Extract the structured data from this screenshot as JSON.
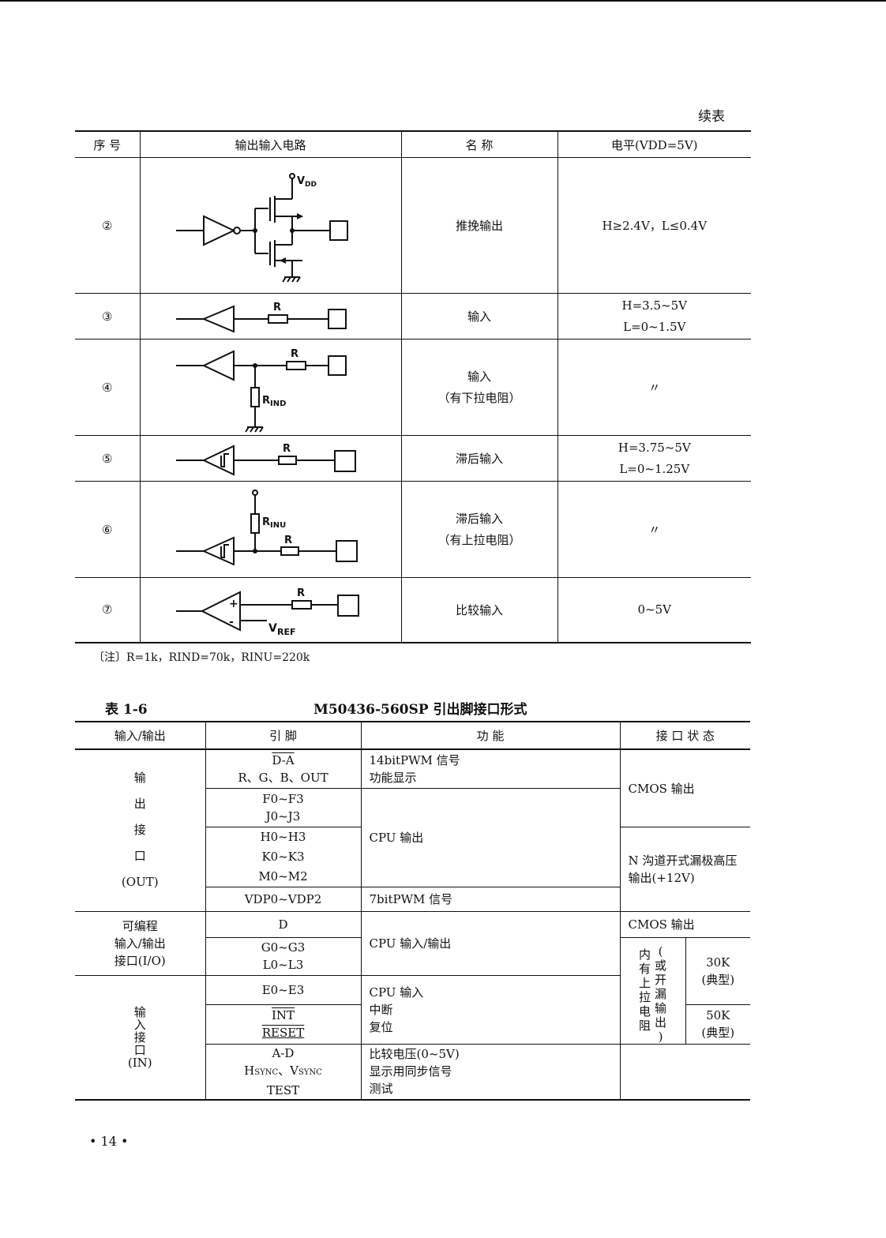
{
  "continued_label": "续表",
  "table1": {
    "headers": [
      "序 号",
      "输出输入电路",
      "名 称",
      "电平(V<sub>DD</sub>=5V)"
    ],
    "header_level_text": "电平(VDD=5V)",
    "rows": [
      {
        "no": "②",
        "name": "推挽输出",
        "level1": "H≥2.4V，L≤0.4V",
        "level2": ""
      },
      {
        "no": "③",
        "name": "输入",
        "level1": "H=3.5~5V",
        "level2": "L=0~1.5V"
      },
      {
        "no": "④",
        "name": "输入",
        "name2": "（有下拉电阻）",
        "level1": "〃",
        "level2": ""
      },
      {
        "no": "⑤",
        "name": "滞后输入",
        "level1": "H=3.75~5V",
        "level2": "L=0~1.25V"
      },
      {
        "no": "⑥",
        "name": "滞后输入",
        "name2": "（有上拉电阻）",
        "level1": "〃",
        "level2": ""
      },
      {
        "no": "⑦",
        "name": "比较输入",
        "level1": "0~5V",
        "level2": ""
      }
    ],
    "circuit_labels": {
      "vdd": "V",
      "vdd_sub": "DD",
      "r": "R",
      "rind": "R",
      "rind_sub": "IND",
      "rinu": "R",
      "rinu_sub": "INU",
      "vref": "V",
      "vref_sub": "REF",
      "plus": "+",
      "minus": "-"
    }
  },
  "note": "〔注〕R=1k，RIND=70k，RINU=220k",
  "table2_caption": {
    "number": "表 1-6",
    "title": "M50436-560SP 引出脚接口形式"
  },
  "table2": {
    "headers": [
      "输入/输出",
      "引 脚",
      "功 能",
      "接 口 状 态"
    ],
    "out_label": [
      "输",
      "出",
      "接",
      "口",
      "(OUT)"
    ],
    "io_label": [
      "可编程",
      "输入/输出",
      "接口(I/O)"
    ],
    "in_label": [
      "输",
      "入",
      "接",
      "口",
      "(IN)"
    ],
    "pins": {
      "da": "D-A",
      "rgb": "R、G、B、OUT",
      "f": "F0~F3",
      "j": "J0~J3",
      "h": "H0~H3",
      "k": "K0~K3",
      "m": "M0~M2",
      "vdp": "VDP0~VDP2",
      "d": "D",
      "g": "G0~G3",
      "l": "L0~L3",
      "e": "E0~E3",
      "int": "INT",
      "reset": "RESET",
      "ad": "A-D",
      "hsync": "H",
      "hsync_sub": "SYNC",
      "sep": "、V",
      "vsync_sub": "SYNC",
      "test": "TEST"
    },
    "functions": {
      "pwm14": "14bitPWM 信号",
      "disp": "功能显示",
      "cpu_out": "CPU 输出",
      "pwm7": "7bitPWM 信号",
      "cpu_io": "CPU 输入/输出",
      "cpu_in": "CPU 输入",
      "interrupt": "中断",
      "reset": "复位",
      "cmp": "比较电压(0~5V)",
      "sync": "显示用同步信号",
      "test": "测试"
    },
    "status": {
      "cmos_out1": "CMOS 输出",
      "ndrain": "N 沟道开式漏极高压输出(+12V)",
      "cmos_out2": "CMOS 输出",
      "pullup": [
        "内",
        "有",
        "上",
        "拉",
        "电",
        "阻"
      ],
      "opendrain": [
        "(",
        "或",
        "开",
        "漏",
        "输",
        "出",
        ")"
      ],
      "k30": "30K",
      "typ1": "(典型)",
      "k50": "50K",
      "typ2": "(典型)"
    }
  },
  "page_number": "• 14 •"
}
